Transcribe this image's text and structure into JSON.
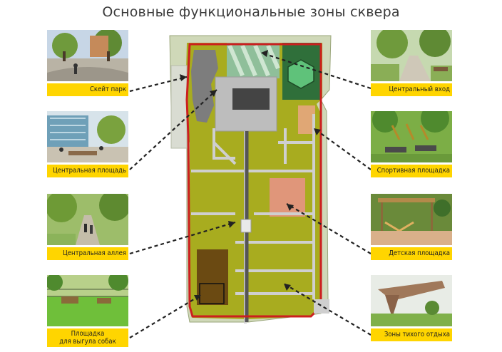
{
  "title": "Основные функциональные зоны сквера",
  "zones": {
    "skate_park": {
      "label": "Скейт парк",
      "icon": "skate-park-photo"
    },
    "central_square": {
      "label": "Центральная площадь",
      "icon": "central-square-photo"
    },
    "central_alley": {
      "label": "Центральная аллея",
      "icon": "central-alley-photo"
    },
    "dog_area": {
      "label_line1": "Площадка",
      "label_line2": "для выгула собак",
      "icon": "dog-area-photo"
    },
    "central_entrance": {
      "label": "Центральный вход",
      "icon": "central-entrance-photo"
    },
    "sports_ground": {
      "label": "Спортивная площадка",
      "icon": "sports-ground-photo"
    },
    "playground": {
      "label": "Детская площадка",
      "icon": "playground-photo"
    },
    "quiet_zones": {
      "label": "Зоны тихого отдыха",
      "icon": "quiet-rest-photo"
    }
  },
  "colors": {
    "label_bg": "#ffd500",
    "lawn": "#a8ac1f",
    "paths": "#c9c9c9",
    "perimeter_route": "#cc1f1f",
    "playground_fill": "#e0967a",
    "dog_area_fill": "#6b4a12",
    "entrance_fill": "#2f6f3a"
  }
}
